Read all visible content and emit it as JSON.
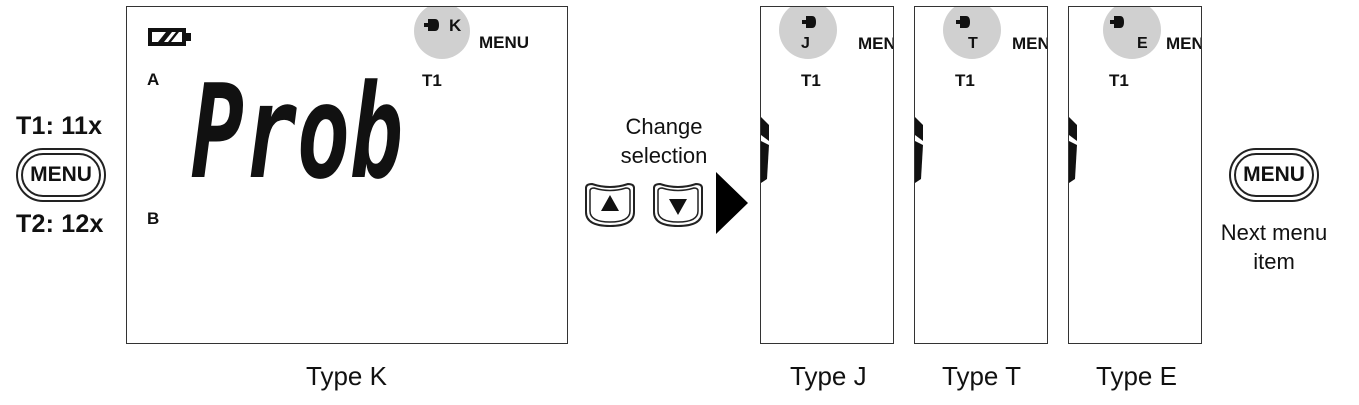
{
  "left": {
    "count_t1": "T1: 11x",
    "count_t2": "T2: 12x",
    "menu_button": "MENU"
  },
  "main_display": {
    "type_letter": "K",
    "menu_label": "MENU",
    "channel": "T1",
    "row_a": "A",
    "row_b": "B",
    "segment_text": "Prob",
    "caption": "Type K"
  },
  "middle": {
    "instruction_line1": "Change",
    "instruction_line2": "selection"
  },
  "small_displays": [
    {
      "type_letter": "J",
      "menu_label": "MENU",
      "channel": "T1",
      "caption": "Type J"
    },
    {
      "type_letter": "T",
      "menu_label": "MENU",
      "channel": "T1",
      "caption": "Type T"
    },
    {
      "type_letter": "E",
      "menu_label": "MENU",
      "channel": "T1",
      "caption": "Type E"
    }
  ],
  "right": {
    "menu_button": "MENU",
    "note_line1": "Next menu",
    "note_line2": "item"
  }
}
